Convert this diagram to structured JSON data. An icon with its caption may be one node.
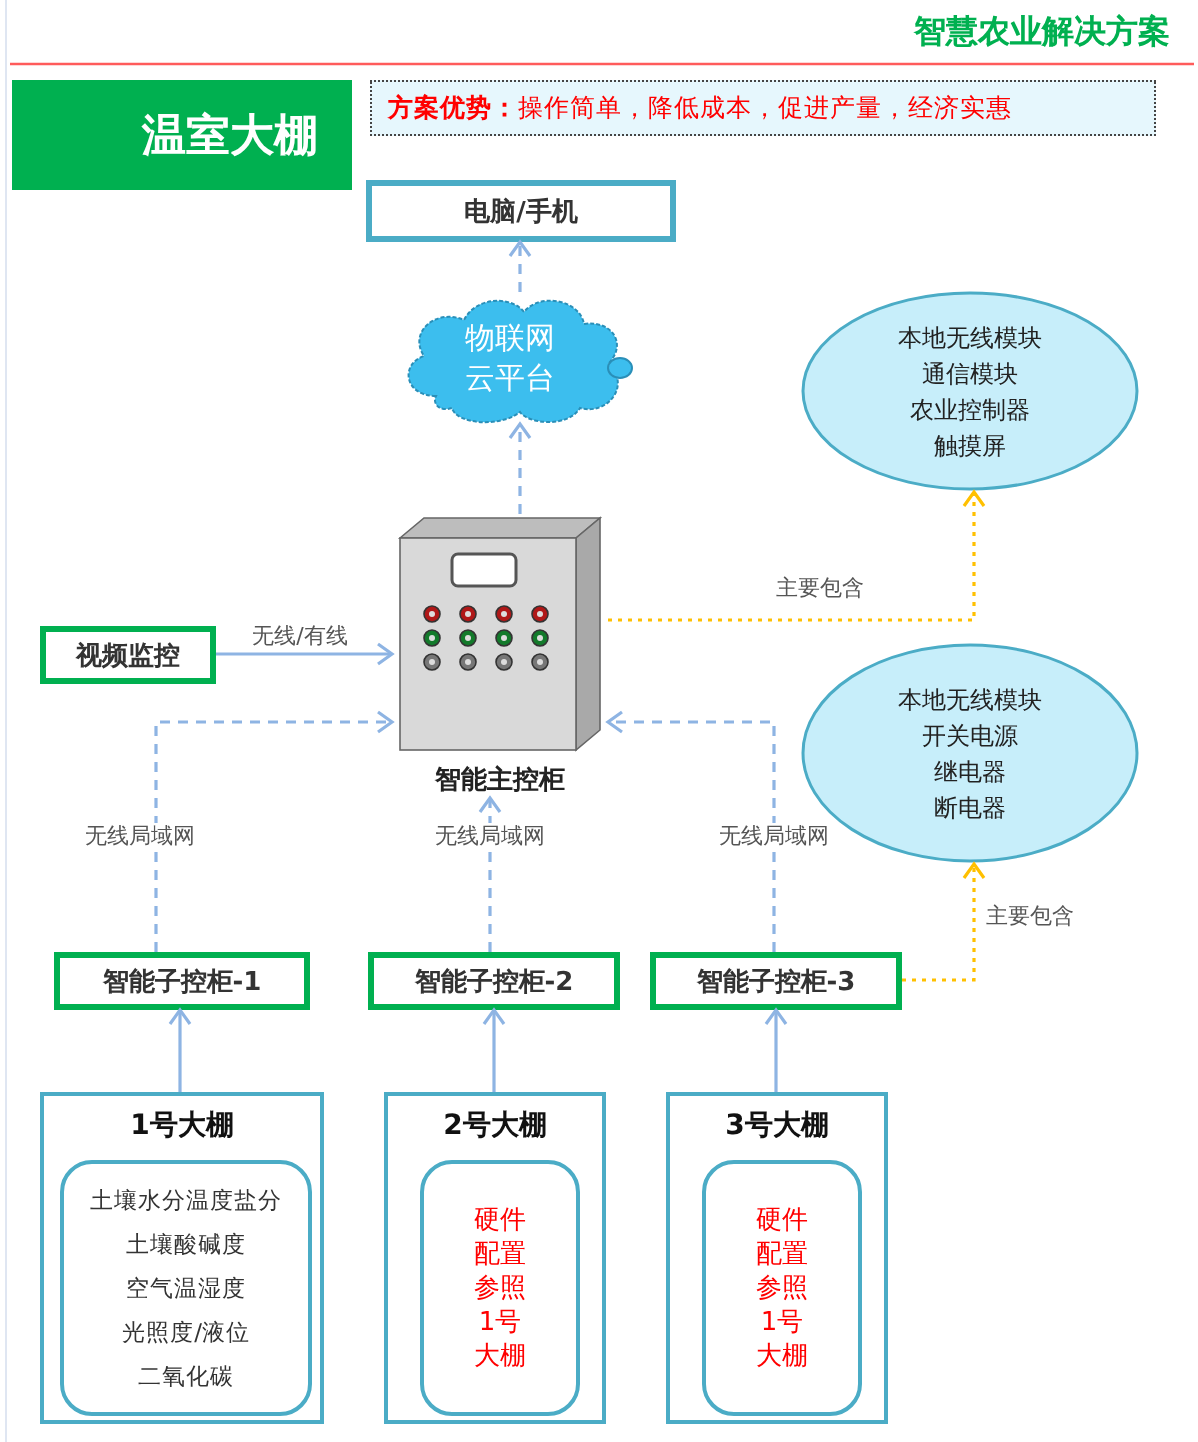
{
  "diagram": {
    "title": "智慧农业解决方案",
    "nodes": [
      {
        "text": [
          "温室大棚"
        ]
      },
      {
        "text": [
          "**方案优势：**操作简单，降低成本，促进产量，经济实惠"
        ]
      },
      {
        "text": [
          "电脑/手机"
        ]
      },
      {
        "text": [
          "物联网云平台"
        ]
      },
      {
        "text": [
          "智能主控柜"
        ]
      },
      {
        "text": [
          "本地无线模块",
          "通信模块",
          "农业控制器",
          "触摸屏"
        ]
      },
      {
        "text": [
          "本地无线模块",
          "开关电源",
          "继电器",
          "断电器"
        ]
      },
      {
        "text": [
          "视频监控"
        ]
      },
      {
        "text": [
          "智能子控柜-1"
        ]
      },
      {
        "text": [
          "智能子控柜-2"
        ]
      },
      {
        "text": [
          "智能子控柜-3"
        ]
      },
      {
        "text": [
          "1号大棚"
        ]
      },
      {
        "text": [
          "土壤水分温度盐分",
          "土壤酸碱度",
          "空气温湿度",
          "光照度/液位",
          "二氧化碳"
        ],
        "in": 11
      },
      {
        "text": [
          "2号大棚"
        ]
      },
      {
        "text": [
          "硬件配置参照1号大棚"
        ],
        "in": 13
      },
      {
        "text": [
          "3号大棚"
        ]
      },
      {
        "text": [
          "硬件配置参照1号大棚"
        ],
        "in": 15
      }
    ],
    "edges": [
      {
        "from": 3,
        "to": 2,
        "arrow": "to",
        "style": "dashed"
      },
      {
        "from": 4,
        "to": 3,
        "arrow": "to",
        "style": "dashed"
      },
      {
        "from": 7,
        "to": 4,
        "arrow": "to",
        "label": "无线/有线"
      },
      {
        "from": 8,
        "to": 4,
        "arrow": "to",
        "style": "dashed",
        "label": "无线局域网"
      },
      {
        "from": 9,
        "to": 4,
        "arrow": "to",
        "style": "dashed",
        "label": "无线局域网"
      },
      {
        "from": 10,
        "to": 4,
        "arrow": "to",
        "style": "dashed",
        "label": "无线局域网"
      },
      {
        "from": 4,
        "to": 5,
        "arrow": "to",
        "style": "dashed",
        "color": "#ffc000",
        "label": "主要包含"
      },
      {
        "from": 10,
        "to": 6,
        "arrow": "to",
        "style": "dashed",
        "color": "#ffc000",
        "label": "主要包含"
      },
      {
        "from": 11,
        "to": 8,
        "arrow": "to"
      },
      {
        "from": 13,
        "to": 9,
        "arrow": "to"
      },
      {
        "from": 15,
        "to": 10,
        "arrow": "to"
      }
    ]
  }
}
